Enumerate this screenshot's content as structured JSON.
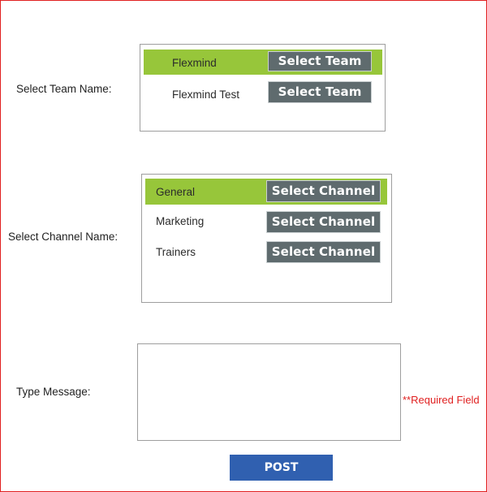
{
  "team_section": {
    "label": "Select Team Name:",
    "teams": [
      {
        "name": "Flexmind",
        "button": "Select Team",
        "selected": true
      },
      {
        "name": "Flexmind Test",
        "button": "Select Team",
        "selected": false
      }
    ]
  },
  "channel_section": {
    "label": "Select Channel Name:",
    "channels": [
      {
        "name": "General",
        "button": "Select Channel",
        "selected": true
      },
      {
        "name": "Marketing",
        "button": "Select Channel",
        "selected": false
      },
      {
        "name": "Trainers",
        "button": "Select Channel",
        "selected": false
      }
    ]
  },
  "message_section": {
    "label": "Type Message:",
    "value": "",
    "required_text": "**Required Field"
  },
  "post_button": "POST",
  "colors": {
    "selected_row": "#97c63a",
    "select_button": "#5f6b6e",
    "post_button": "#3060b0",
    "required": "#e02020",
    "frame_border": "#e02020"
  }
}
